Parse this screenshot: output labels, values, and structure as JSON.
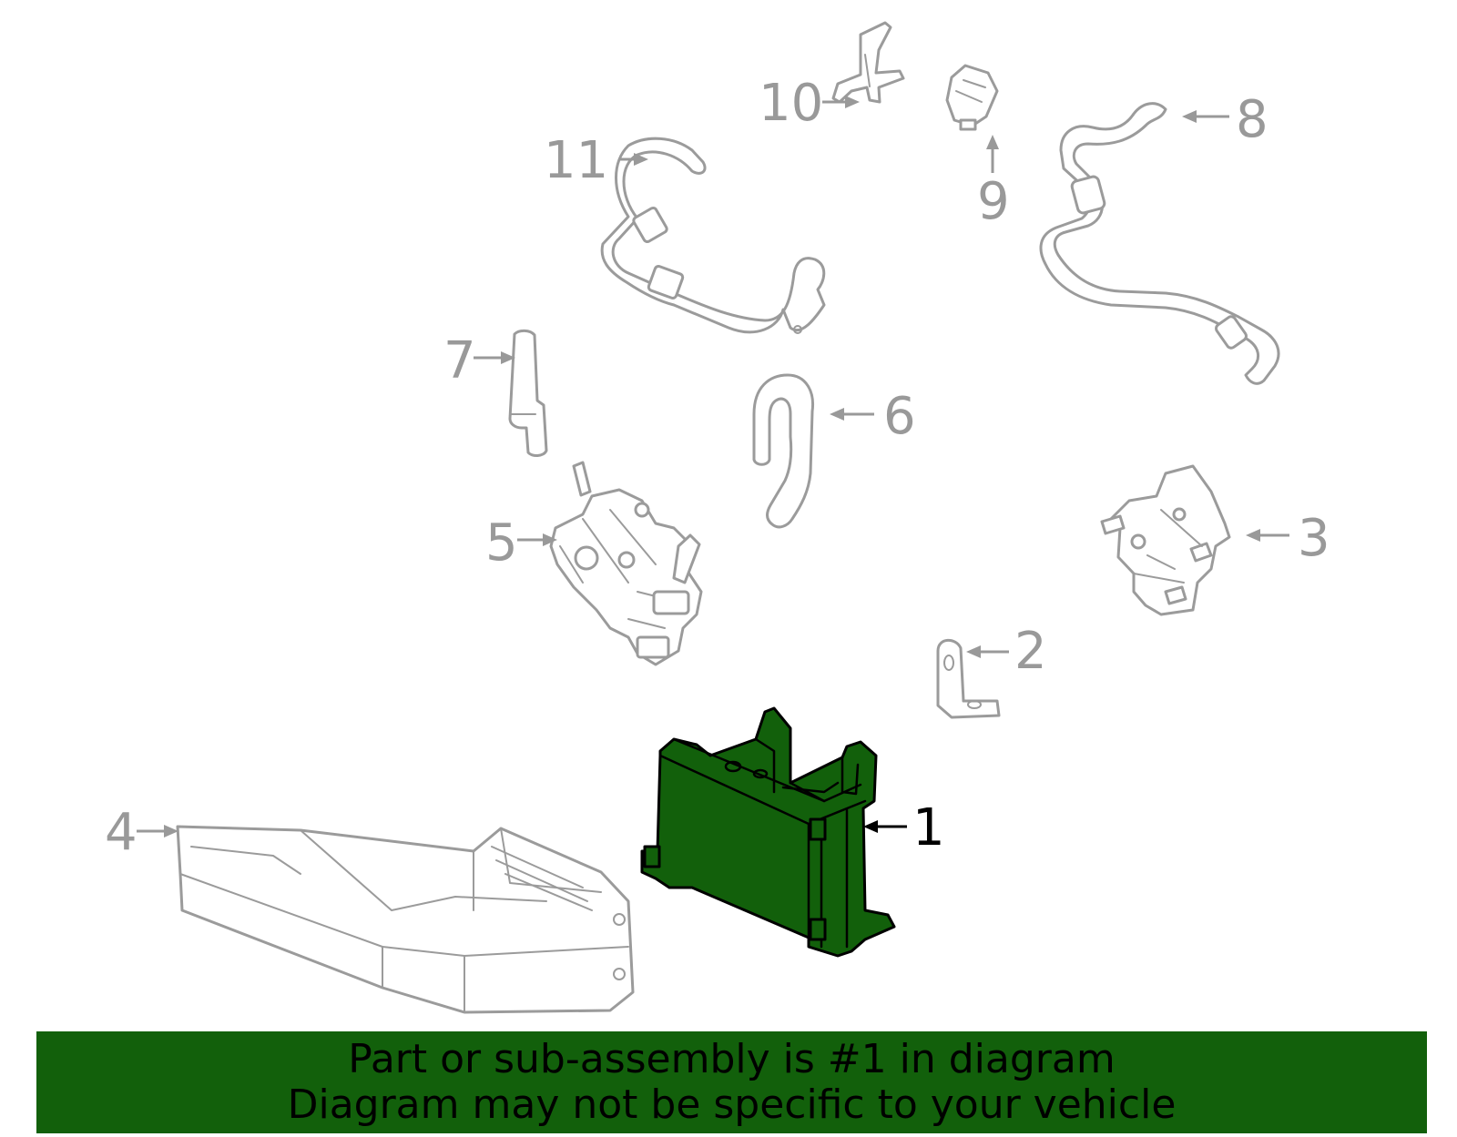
{
  "callouts": [
    "1",
    "2",
    "3",
    "4",
    "5",
    "6",
    "7",
    "8",
    "9",
    "10",
    "11"
  ],
  "highlighted_part": "1",
  "banner": {
    "line1": "Part or sub-assembly is #1 in diagram",
    "line2": "Diagram may not be specific to your vehicle"
  },
  "colors": {
    "highlight": "#12600b",
    "parts_outline": "#9b9b9b",
    "callout_text": "#999999",
    "active_text": "#000000"
  }
}
